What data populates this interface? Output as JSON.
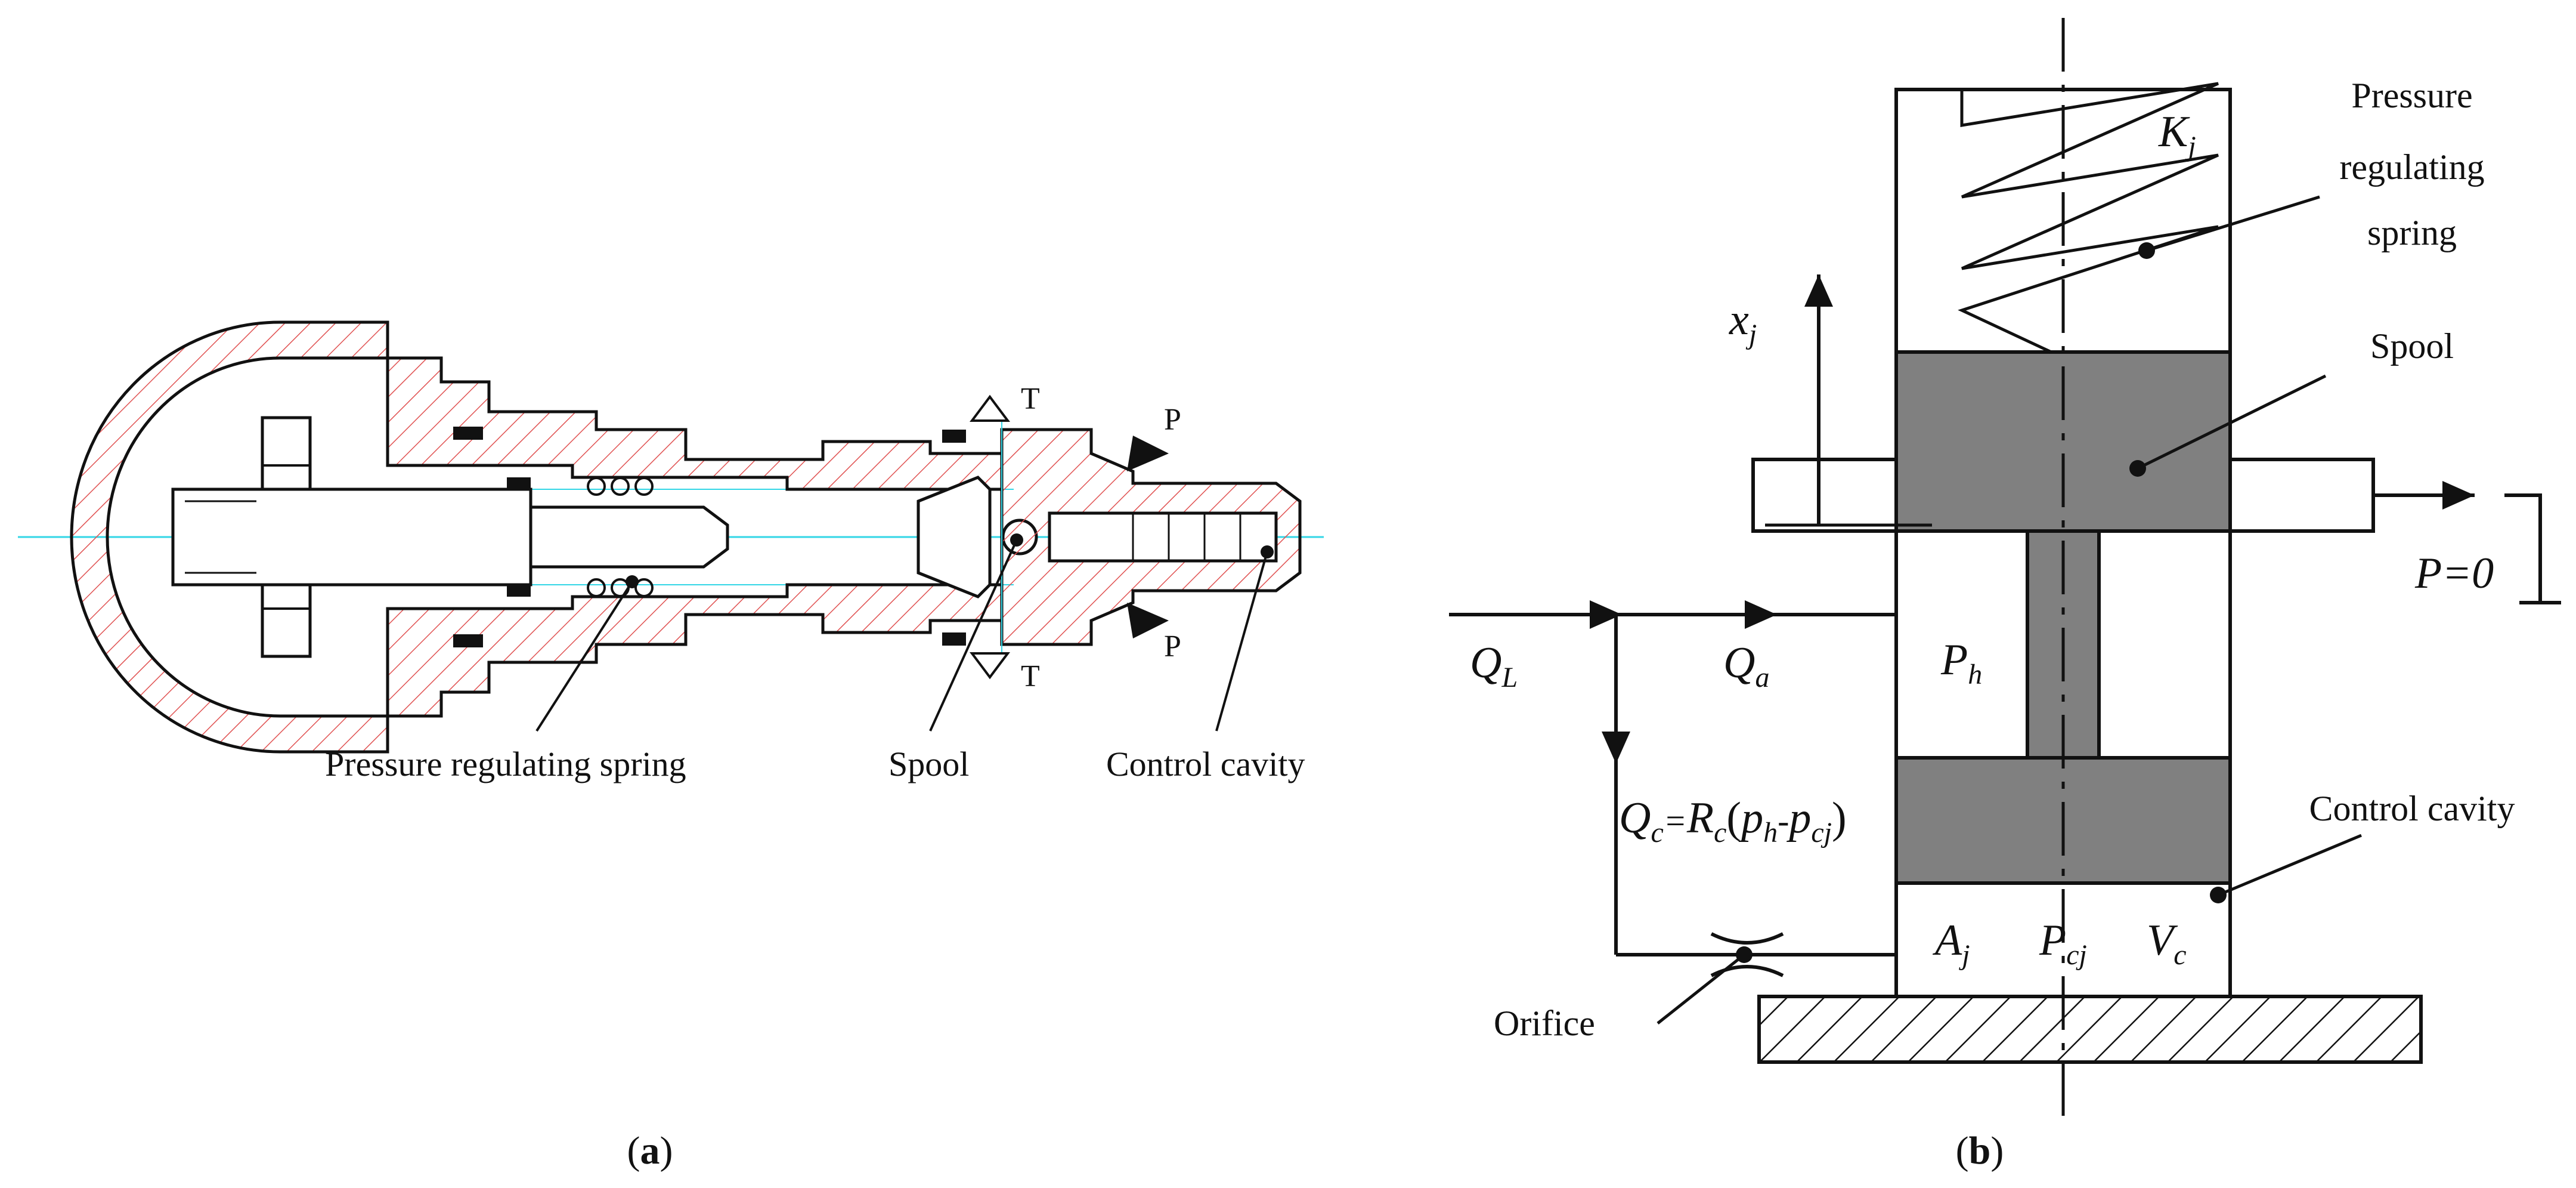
{
  "panel_a": {
    "caption_open": "(",
    "caption_letter": "a",
    "caption_close": ")",
    "labels": {
      "spring": "Pressure regulating spring",
      "spool": "Spool",
      "control_cavity": "Control cavity"
    },
    "ports": {
      "t_top": "T",
      "p_top": "P",
      "p_bottom": "P",
      "t_bottom": "T"
    }
  },
  "panel_b": {
    "caption_open": "(",
    "caption_letter": "b",
    "caption_close": ")",
    "labels": {
      "spring_l1": "Pressure",
      "spring_l2": "regulating",
      "spring_l3": "spring",
      "spool": "Spool",
      "control_cavity": "Control cavity",
      "orifice": "Orifice"
    },
    "symbols": {
      "K": "K",
      "K_sub": "j",
      "x": "x",
      "x_sub": "j",
      "P_zero": "P=0",
      "QL": "Q",
      "QL_sub": "L",
      "Qa": "Q",
      "Qa_sub": "a",
      "Ph": "P",
      "Ph_sub": "h",
      "Qc": "Q",
      "Qc_sub": "c",
      "Qc_eq": "=",
      "Qc_R": "R",
      "Qc_R_sub": "c",
      "Qc_paren_open": "(",
      "Qc_p1": "p",
      "Qc_p1_sub": "h",
      "Qc_minus": "-",
      "Qc_p2": "p",
      "Qc_p2_sub": "cj",
      "Qc_paren_close": ")",
      "Aj": "A",
      "Aj_sub": "j",
      "Pcj": "P",
      "Pcj_sub": "cj",
      "Vc": "V",
      "Vc_sub": "c"
    }
  },
  "colors": {
    "ink": "#111111",
    "hatch": "#e05252",
    "centerline": "#33d6e6",
    "spool_fill": "#808080"
  }
}
